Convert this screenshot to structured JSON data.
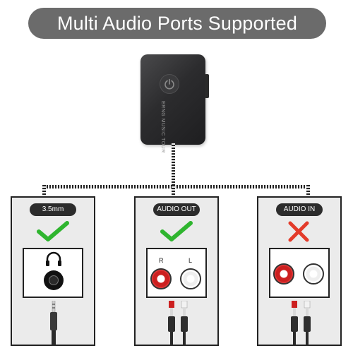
{
  "banner": {
    "title": "Multi Audio Ports Supported"
  },
  "device": {
    "brand_label": "ERNG MUSIC TOUR"
  },
  "panels": [
    {
      "label": "3.5mm",
      "status": "supported",
      "port": "3.5mm-jack"
    },
    {
      "label": "AUDIO OUT",
      "status": "supported",
      "port": "rca",
      "rca_left": "R",
      "rca_right": "L"
    },
    {
      "label": "AUDIO IN",
      "status": "unsupported",
      "port": "rca"
    }
  ],
  "colors": {
    "check": "#2fb52f",
    "cross": "#e33b2a",
    "rca_red": "#cc1f1f",
    "banner": "#6b6b6b"
  }
}
